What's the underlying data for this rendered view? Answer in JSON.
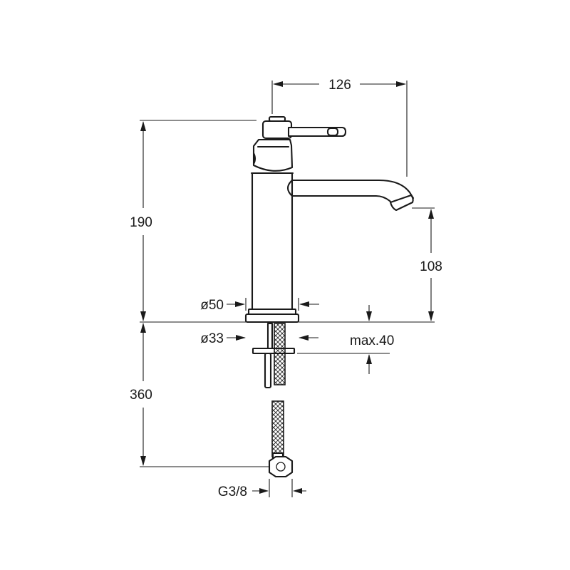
{
  "dimensions": {
    "spout_reach": "126",
    "total_height": "190",
    "spout_height": "108",
    "base_diameter": "ø50",
    "hole_diameter": "ø33",
    "max_deck_thickness": "max.40",
    "hose_length": "360",
    "connection_thread": "G3/8"
  }
}
